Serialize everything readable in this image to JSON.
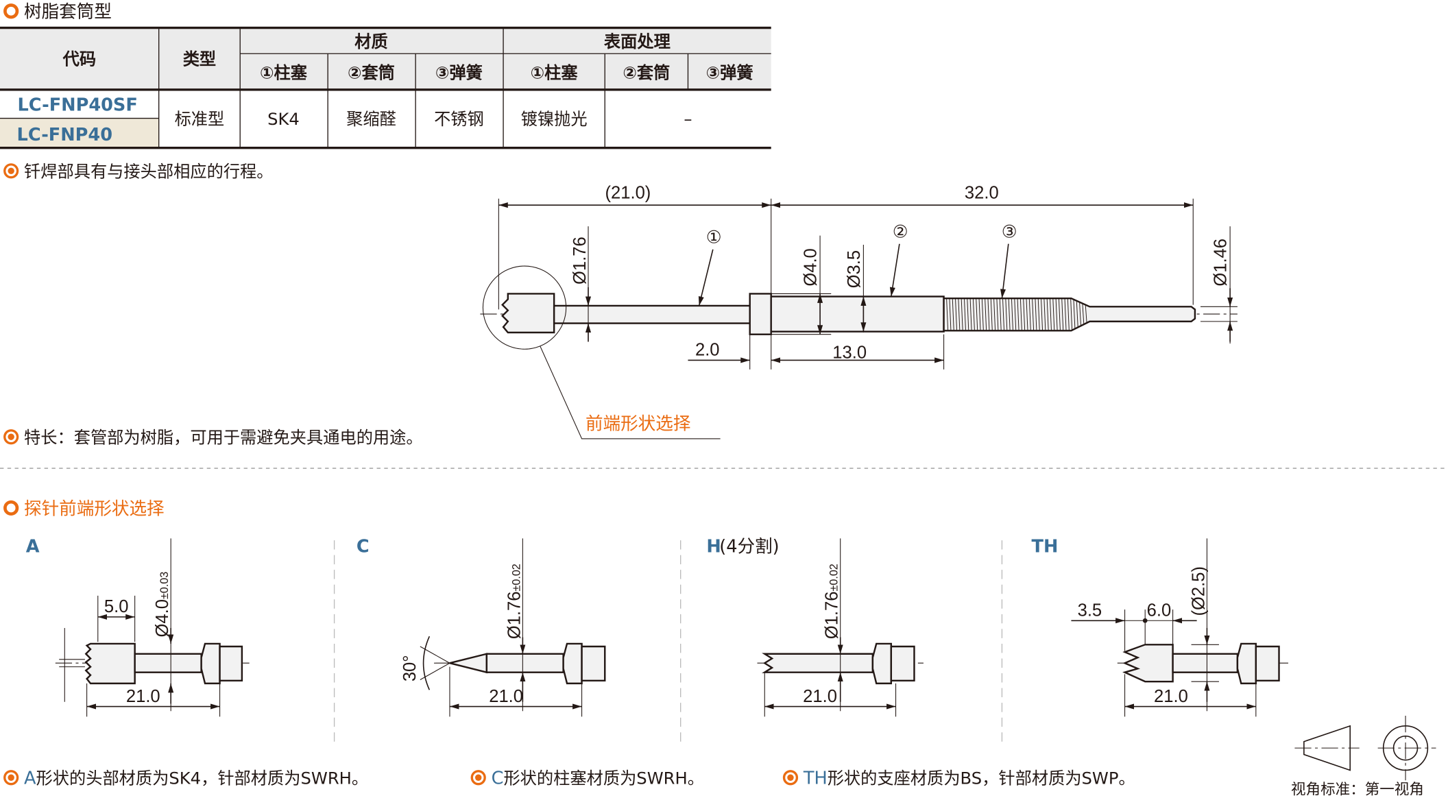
{
  "section1": {
    "title": "树脂套筒型"
  },
  "table": {
    "headers": {
      "code": "代码",
      "type": "类型",
      "material": "材质",
      "surface": "表面处理"
    },
    "subheaders": [
      "①柱塞",
      "②套筒",
      "③弹簧",
      "①柱塞",
      "②套筒",
      "③弹簧"
    ],
    "codes": [
      "LC-FNP40SF",
      "LC-FNP40"
    ],
    "row": {
      "type": "标准型",
      "plunger_material": "SK4",
      "sleeve_material": "聚缩醛",
      "spring_material": "不锈钢",
      "plunger_surface": "镀镍抛光",
      "sleeve_spring_surface": "–"
    }
  },
  "notes": {
    "stroke": "钎焊部具有与接头部相应的行程。",
    "feature": "特长：套管部为树脂，可用于需避免夹具通电的用途。"
  },
  "main_drawing": {
    "dims": {
      "left_length": "(21.0)",
      "right_length": "32.0",
      "plunger_dia": "Ø1.76",
      "flange_dia": "Ø4.0",
      "sleeve_dia": "Ø3.5",
      "tail_dia": "Ø1.46",
      "flange_len": "2.0",
      "sleeve_len": "13.0"
    },
    "part_labels": [
      "①",
      "②",
      "③"
    ],
    "callout": "前端形状选择"
  },
  "section2": {
    "title": "探针前端形状选择"
  },
  "shapes": [
    {
      "label": "A",
      "label_suffix": "",
      "dia": "Ø4.0",
      "tol": "±0.03",
      "len": "21.0",
      "head_len": "5.0"
    },
    {
      "label": "C",
      "label_suffix": "",
      "dia": "Ø1.76",
      "tol": "±0.02",
      "len": "21.0",
      "angle": "30°"
    },
    {
      "label": "H",
      "label_suffix": "(4分割)",
      "dia": "Ø1.76",
      "tol": "±0.02",
      "len": "21.0"
    },
    {
      "label": "TH",
      "label_suffix": "",
      "dia": "(Ø2.5)",
      "len": "21.0",
      "tip_len": "3.5",
      "head_len": "6.0"
    }
  ],
  "footnotes": [
    {
      "key": "A",
      "text": "形状的头部材质为SK4，针部材质为SWRH。"
    },
    {
      "key": "C",
      "text": "形状的柱塞材质为SWRH。"
    },
    {
      "key": "TH",
      "text": "形状的支座材质为BS，针部材质为SWP。"
    }
  ],
  "projection": {
    "label": "视角标准：第一视角"
  },
  "colors": {
    "accent": "#ea6c12",
    "code_blue": "#3a6f98",
    "header_bg": "#ebebeb",
    "highlight_row": "#efe8d8"
  }
}
